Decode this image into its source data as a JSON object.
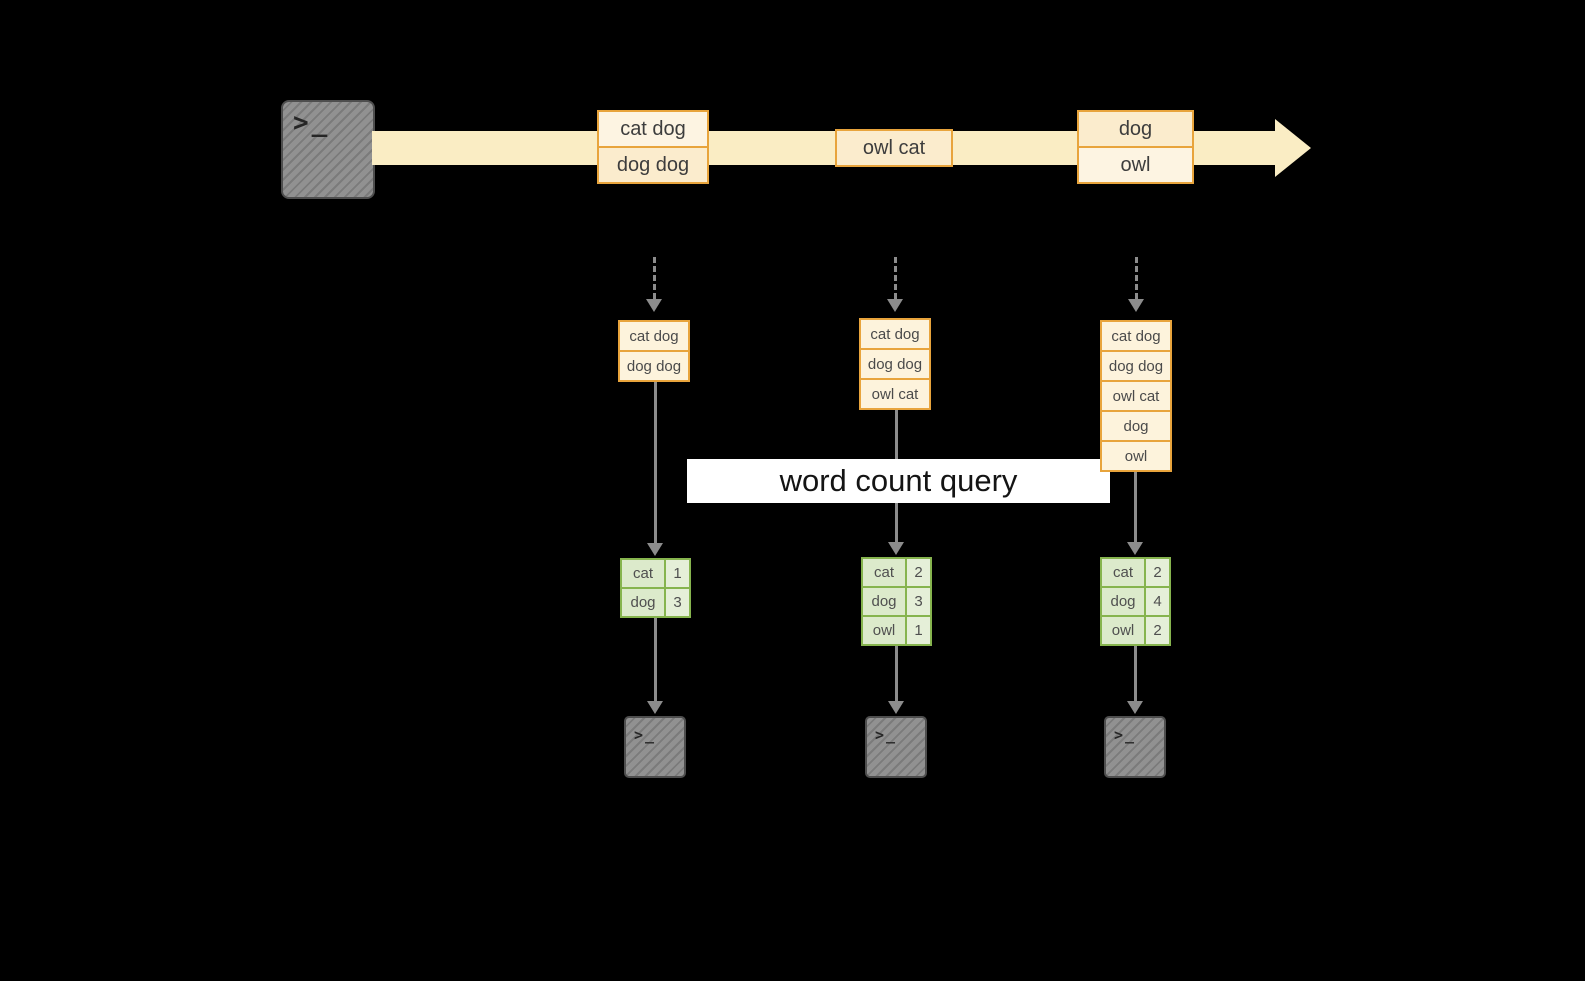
{
  "colors": {
    "background": "#000000",
    "stream": "#faedc4",
    "event_border": "#e8a43c",
    "event_fill_light": "#fdf4e2",
    "event_fill_dark": "#fbeccd",
    "list_fill": "#fdf3dc",
    "table_border": "#86b44e",
    "table_fill": "#dceacb",
    "arrow": "#8c8c8c",
    "banner_background": "#ffffff"
  },
  "banner": {
    "label": "word count query"
  },
  "terminal": {
    "prompt": ">_"
  },
  "stream": {
    "events": [
      {
        "lines": [
          "cat dog",
          "dog dog"
        ]
      },
      {
        "lines": [
          "owl cat"
        ]
      },
      {
        "lines": [
          "dog",
          "owl"
        ]
      }
    ]
  },
  "columns": [
    {
      "accumulated": [
        "cat dog",
        "dog dog"
      ],
      "counts": [
        {
          "word": "cat",
          "value": "1"
        },
        {
          "word": "dog",
          "value": "3"
        }
      ]
    },
    {
      "accumulated": [
        "cat dog",
        "dog dog",
        "owl cat"
      ],
      "counts": [
        {
          "word": "cat",
          "value": "2"
        },
        {
          "word": "dog",
          "value": "3"
        },
        {
          "word": "owl",
          "value": "1"
        }
      ]
    },
    {
      "accumulated": [
        "cat dog",
        "dog dog",
        "owl cat",
        "dog",
        "owl"
      ],
      "counts": [
        {
          "word": "cat",
          "value": "2"
        },
        {
          "word": "dog",
          "value": "4"
        },
        {
          "word": "owl",
          "value": "2"
        }
      ]
    }
  ]
}
